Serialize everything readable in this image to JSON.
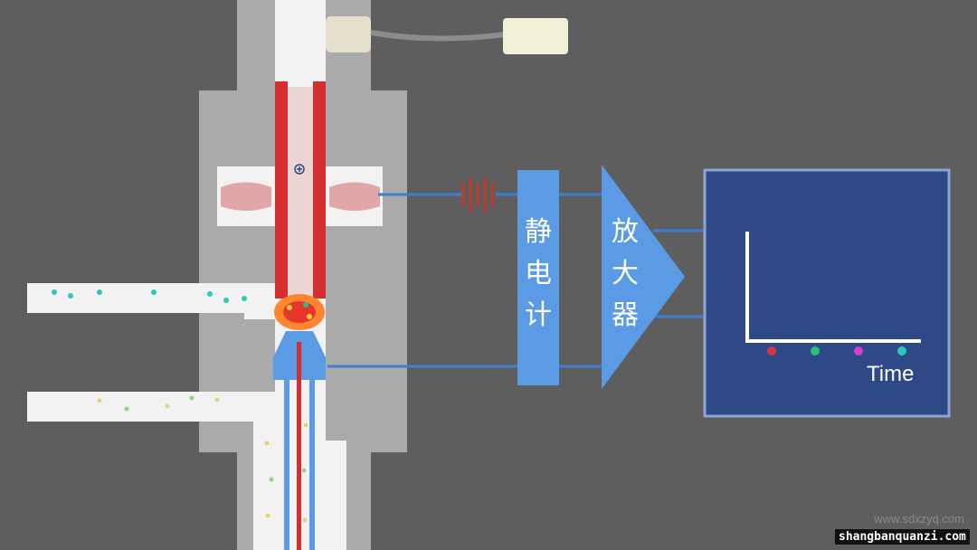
{
  "labels": {
    "electrometer": "静\n电\n计",
    "amplifier": "放\n大\n器",
    "time_axis": "Time",
    "plus_sign": "+"
  },
  "watermarks": {
    "site1": "www.sdxzyq.com",
    "site2": "shangbanquanzi.com"
  },
  "colors": {
    "background": "#5e5e5e",
    "body": "#aaaaaa",
    "channel": "#f2f2f2",
    "electrode_red": "#d32f2f",
    "wire_blue": "#3d7fd1",
    "amp_box": "#5b9be6",
    "recorder_bg": "#2e4a86",
    "recorder_border": "#8fa4d3"
  },
  "chart_data": {
    "type": "scatter",
    "xlabel": "Time",
    "points": [
      {
        "color": "#d9363e"
      },
      {
        "color": "#27c27a"
      },
      {
        "color": "#d23ed0"
      },
      {
        "color": "#2ec7b8"
      }
    ]
  }
}
